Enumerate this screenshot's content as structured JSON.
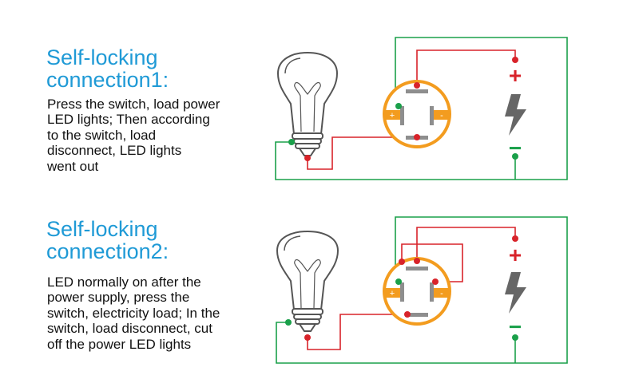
{
  "colors": {
    "title": "#1f9ad6",
    "text": "#111111",
    "wire_green": "#1aa04a",
    "wire_red": "#d8232a",
    "switch_ring": "#f39c1f",
    "switch_contact": "#8e8e8e",
    "bulb_outline": "#555555",
    "battery_symbol": "#666666"
  },
  "connections": [
    {
      "title_line1": "Self-locking",
      "title_line2": "connection1:",
      "description_lines": [
        "Press the switch, load power",
        "LED lights; Then according",
        "to the switch, load",
        "disconnect, LED lights",
        "went out"
      ],
      "diagram": {
        "switch_plus_label": "+",
        "switch_minus_label": "-",
        "battery_plus_label": "+",
        "battery_minus_label": "−"
      }
    },
    {
      "title_line1": "Self-locking",
      "title_line2": "connection2:",
      "description_lines": [
        "LED normally on after the",
        "power supply, press the",
        "switch, electricity load; In the",
        "switch, load disconnect, cut",
        "off the power LED lights"
      ],
      "diagram": {
        "switch_plus_label": "+",
        "switch_minus_label": "-",
        "battery_plus_label": "+",
        "battery_minus_label": "−"
      }
    }
  ]
}
